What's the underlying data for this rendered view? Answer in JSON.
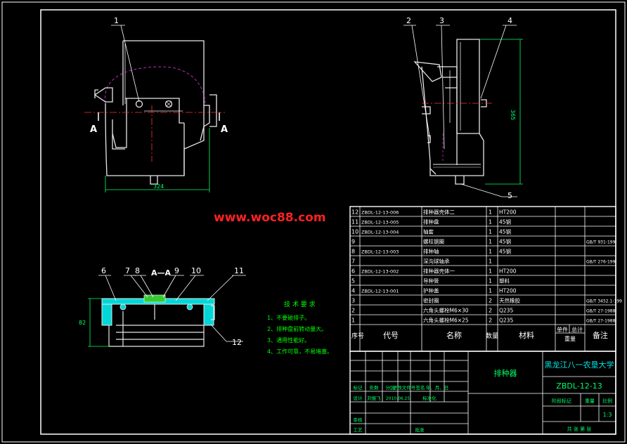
{
  "colors": {
    "frame": "#ffffff",
    "part": "#e8e8e8",
    "dimension": "#00ff66",
    "center_line": "#ff3333",
    "hidden_line": "#cc33cc",
    "section_fill": "#00d8d8",
    "watermark": "#ff2222",
    "table_text": "#ffffff",
    "tech_text": "#00ff00",
    "title_green": "#00ff66",
    "title_cyan": "#00e5e5"
  },
  "watermark": "www.woc88.com",
  "front_view": {
    "balloon": "1",
    "width_dim": "324",
    "section_left": "A",
    "section_right": "A"
  },
  "side_view": {
    "balloons": [
      "2",
      "3",
      "4",
      "5"
    ],
    "height_dim": "365"
  },
  "section_view": {
    "title": "A—A",
    "balloons": [
      "6",
      "7",
      "8",
      "9",
      "10",
      "11",
      "12"
    ],
    "height_dim": "82"
  },
  "tech_req": {
    "title": "技 术 要 求",
    "items": [
      "1、不要碰排子。",
      "2、排种盘前转动量大。",
      "3、通用性能好。",
      "4、工作可靠，不易堵塞。"
    ]
  },
  "bom": {
    "rows": [
      {
        "no": "12",
        "code": "ZBDL-12-13-006",
        "name": "排种器壳体二",
        "qty": "1",
        "material": "HT200",
        "remark": ""
      },
      {
        "no": "11",
        "code": "ZBDL-12-13-005",
        "name": "排种盘",
        "qty": "1",
        "material": "45钢",
        "remark": ""
      },
      {
        "no": "10",
        "code": "ZBDL-12-13-004",
        "name": "轴套",
        "qty": "1",
        "material": "45钢",
        "remark": ""
      },
      {
        "no": "9",
        "code": "",
        "name": "螺柱钢圈",
        "qty": "1",
        "material": "45钢",
        "remark": "GB/T 931-199"
      },
      {
        "no": "8",
        "code": "ZBDL-12-13-003",
        "name": "排种轴",
        "qty": "1",
        "material": "45钢",
        "remark": ""
      },
      {
        "no": "7",
        "code": "",
        "name": "深沟球轴承",
        "qty": "1",
        "material": "",
        "remark": "GB/T 276-199"
      },
      {
        "no": "6",
        "code": "ZBDL-12-13-002",
        "name": "排种器壳体一",
        "qty": "1",
        "material": "HT200",
        "remark": ""
      },
      {
        "no": "5",
        "code": "",
        "name": "导种管",
        "qty": "1",
        "material": "塑料",
        "remark": ""
      },
      {
        "no": "4",
        "code": "ZBDL-12-13-001",
        "name": "护种盖",
        "qty": "1",
        "material": "HT200",
        "remark": ""
      },
      {
        "no": "3",
        "code": "",
        "name": "密封圈",
        "qty": "2",
        "material": "天然橡胶",
        "remark": "GB/T 3452.1-199"
      },
      {
        "no": "2",
        "code": "",
        "name": "六角头螺栓M6×30",
        "qty": "2",
        "material": "Q235",
        "remark": "GB/T 27-1988"
      },
      {
        "no": "1",
        "code": "",
        "name": "六角头螺栓M6×25",
        "qty": "2",
        "material": "Q235",
        "remark": "GB/T 27-1988"
      }
    ],
    "header": {
      "no": "序号",
      "code": "代号",
      "name": "名称",
      "qty": "数量",
      "material": "材料",
      "unit_weight": "单件",
      "total_weight": "总计",
      "weight": "重量",
      "remark": "备注"
    }
  },
  "title_block": {
    "sign_row": [
      "标记",
      "处数",
      "分区",
      "更改文件号",
      "签名",
      "年、月、日"
    ],
    "designer_label": "设计",
    "designer_name": "刘振飞",
    "date": "2010.06.25",
    "standardize": "标准化",
    "review": "审核",
    "process": "工艺",
    "approve": "批准",
    "product_name": "排种器",
    "university": "黑龙江八一农垦大学",
    "drawing_no": "ZBDL-12-13",
    "stage_mark": "阶段标记",
    "weight": "重量",
    "scale_label": "比例",
    "scale": "1:3",
    "sheets": "共  张  第  张"
  }
}
